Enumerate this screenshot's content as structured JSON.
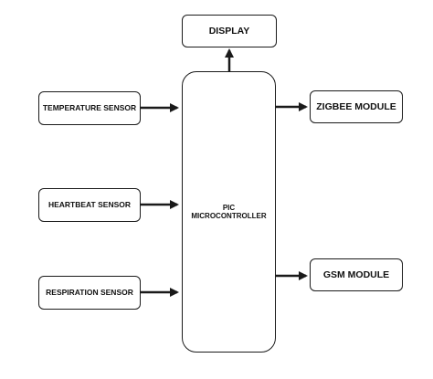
{
  "diagram": {
    "display": "DISPLAY",
    "microcontroller": {
      "line1": "PIC",
      "line2": "MICROCONTROLLER"
    },
    "sensors": [
      "TEMPERATURE SENSOR",
      "HEARTBEAT SENSOR",
      "RESPIRATION SENSOR"
    ],
    "modules": [
      "ZIGBEE MODULE",
      "GSM MODULE"
    ]
  },
  "colors": {
    "stroke": "#1a1a1a",
    "background": "#ffffff"
  }
}
